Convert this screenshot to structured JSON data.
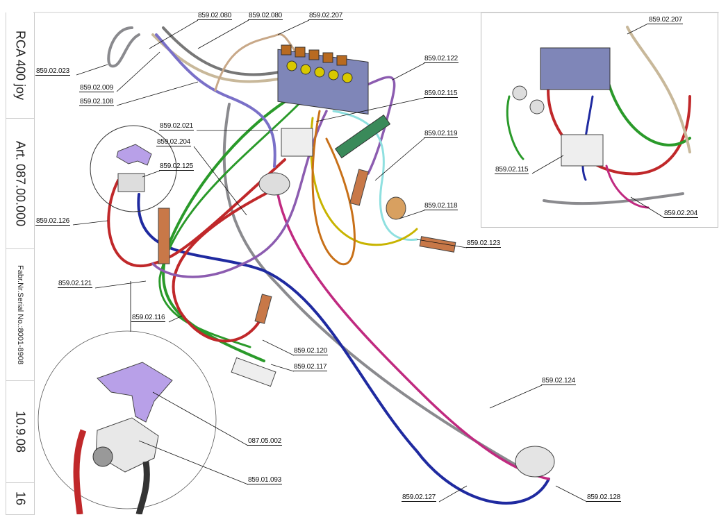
{
  "title_block": {
    "model": "RCA 400 joy",
    "article": "Art. 087.00.000",
    "serial": "Fabr.Nr.Serial No.:8001-8908",
    "date": "10.9.08",
    "page": "16"
  },
  "callouts": {
    "c080a": "859.02.080",
    "c080b": "859.02.080",
    "c207": "859.02.207",
    "c023": "859.02.023",
    "c009": "859.02.009",
    "c108": "859.02.108",
    "c122": "859.02.122",
    "c115": "859.02.115",
    "c021": "859.02.021",
    "c204": "859.02.204",
    "c125": "859.02.125",
    "c119": "859.02.119",
    "c126": "859.02.126",
    "c118": "859.02.118",
    "c123": "859.02.123",
    "c121": "859.02.121",
    "c116": "859.02.116",
    "c120": "859.02.120",
    "c117": "859.02.117",
    "c124": "859.02.124",
    "c05002": "087.05.002",
    "c01093": "859.01.093",
    "c127": "859.02.127",
    "c128": "859.02.128"
  },
  "inset": {
    "c207": "859.02.207",
    "c115": "859.02.115",
    "c204": "859.02.204"
  },
  "hose_colors": {
    "red": "#c0282a",
    "green": "#2a9a2a",
    "blue": "#1f2aa0",
    "grey": "#8a8a8e",
    "magenta": "#c02a80",
    "purple": "#8c5cb0",
    "cyan": "#8fe0e0",
    "yellow": "#c8b400",
    "orange": "#c87018",
    "beige": "#c8b89a",
    "lavender": "#7a70c8"
  }
}
